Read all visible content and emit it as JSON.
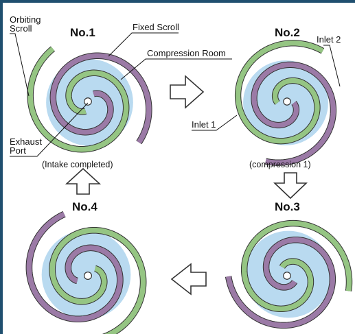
{
  "labels": {
    "no1": "No.1",
    "no2": "No.2",
    "no3": "No.3",
    "no4": "No.4",
    "orbiting_scroll_1": "Orbiting",
    "orbiting_scroll_2": "Scroll",
    "fixed_scroll": "Fixed Scroll",
    "compression_room": "Compression Room",
    "exhaust_port_1": "Exhaust",
    "exhaust_port_2": "Port",
    "inlet_1": "Inlet 1",
    "inlet_2": "Inlet 2",
    "caption_no1": "(Intake completed)",
    "caption_no2": "(compression 1)"
  },
  "colors": {
    "frame": "#1f4f6f",
    "orbiting_scroll": "#9b7aa6",
    "fixed_scroll": "#95c583",
    "compression_room": "#b9daf0",
    "outline": "#333333"
  },
  "icons": {
    "arrow_1_to_2": "right-arrow-icon",
    "arrow_2_to_3": "down-arrow-icon",
    "arrow_3_to_4": "left-arrow-icon",
    "arrow_4_to_1": "up-arrow-icon"
  }
}
